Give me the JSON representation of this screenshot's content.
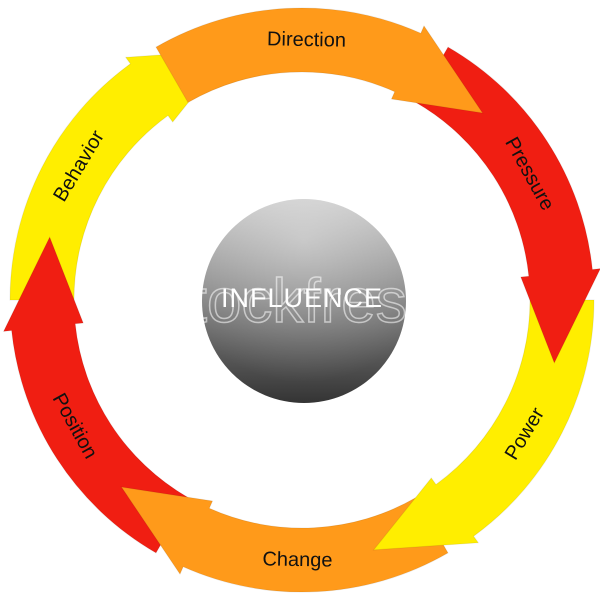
{
  "diagram": {
    "center": {
      "label": "INFLUENCE"
    },
    "watermark": "stockfresh",
    "segments": [
      {
        "label": "Direction",
        "color": "#ff9a1a"
      },
      {
        "label": "Pressure",
        "color": "#f01e12"
      },
      {
        "label": "Power",
        "color": "#ffee00"
      },
      {
        "label": "Change",
        "color": "#ff9a1a"
      },
      {
        "label": "Position",
        "color": "#f01e12"
      },
      {
        "label": "Behavior",
        "color": "#ffee00"
      }
    ],
    "colors": {
      "orange": "#ff9a1a",
      "red": "#f01e12",
      "yellow": "#ffee00",
      "center_dark": "#3c3c3c",
      "center_light": "#bdbdbd"
    }
  }
}
